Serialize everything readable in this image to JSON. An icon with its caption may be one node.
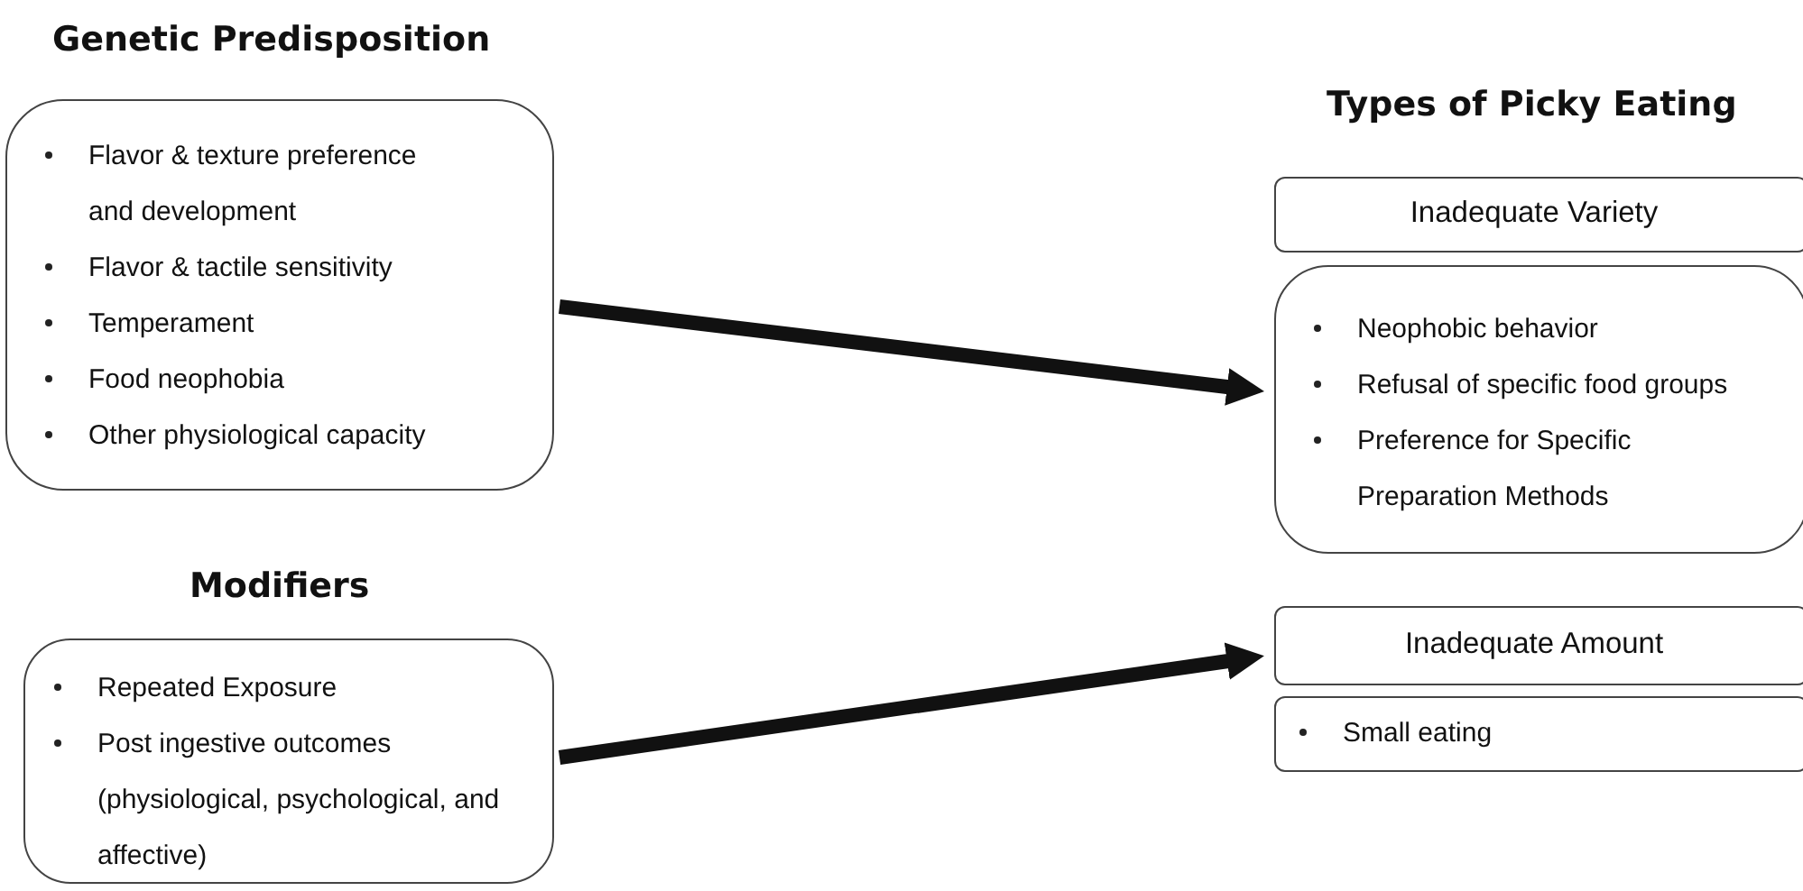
{
  "diagram": {
    "nodes": [
      {
        "text": [
          "Genetic Predisposition",
          "Flavor & texture preference and development",
          "Flavor & tactile sensitivity",
          "Temperament",
          "Food neophobia",
          "Other physiological capacity"
        ]
      },
      {
        "text": [
          "Modifiers",
          "Repeated Exposure",
          "Post ingestive outcomes (physiological, psychological, and affective)"
        ]
      },
      {
        "text": [
          "Inadequate Variety"
        ]
      },
      {
        "text": [
          "Neophobic behavior",
          "Refusal of specific food groups",
          "Preference for Specific Preparation Methods"
        ]
      },
      {
        "text": [
          "Inadequate Amount"
        ]
      },
      {
        "text": [
          "Small eating"
        ]
      }
    ],
    "edges": [
      {
        "from": 0,
        "to": 3,
        "arrow": "to"
      },
      {
        "from": 1,
        "to": 4,
        "arrow": "to"
      }
    ],
    "labels": [
      "Types of Picky Eating"
    ]
  }
}
